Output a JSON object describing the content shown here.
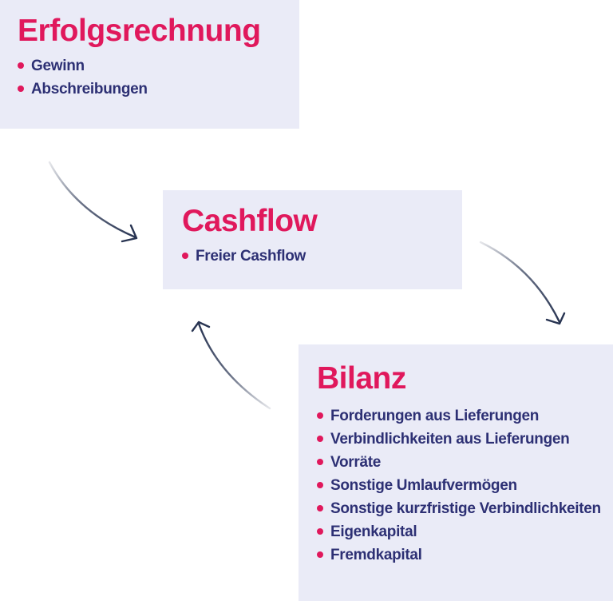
{
  "page": {
    "background": "#ffffff"
  },
  "colors": {
    "box_background": "#eaebf7",
    "title_pink": "#e0185c",
    "bullet_dot_pink": "#e0185c",
    "bullet_text_navy": "#2d3074",
    "arrow_navy": "#283452"
  },
  "boxes": [
    {
      "title": "Erfolgsrechnung",
      "items": [
        "Gewinn",
        "Abschreibungen"
      ]
    },
    {
      "title": "Cashflow",
      "items": [
        "Freier Cashflow"
      ]
    },
    {
      "title": "Bilanz",
      "items": [
        "Forderungen aus Lieferungen",
        "Verbindlichkeiten aus Lieferungen",
        "Vorräte",
        "Sonstige Umlaufvermögen",
        "Sonstige kurzfristige Verbindlichkeiten",
        "Eigenkapital",
        "Fremdkapital"
      ]
    }
  ],
  "arrows": [
    {
      "name": "arrow-erfolgsrechnung-to-cashflow"
    },
    {
      "name": "arrow-cashflow-to-bilanz"
    },
    {
      "name": "arrow-bilanz-to-cashflow"
    }
  ]
}
